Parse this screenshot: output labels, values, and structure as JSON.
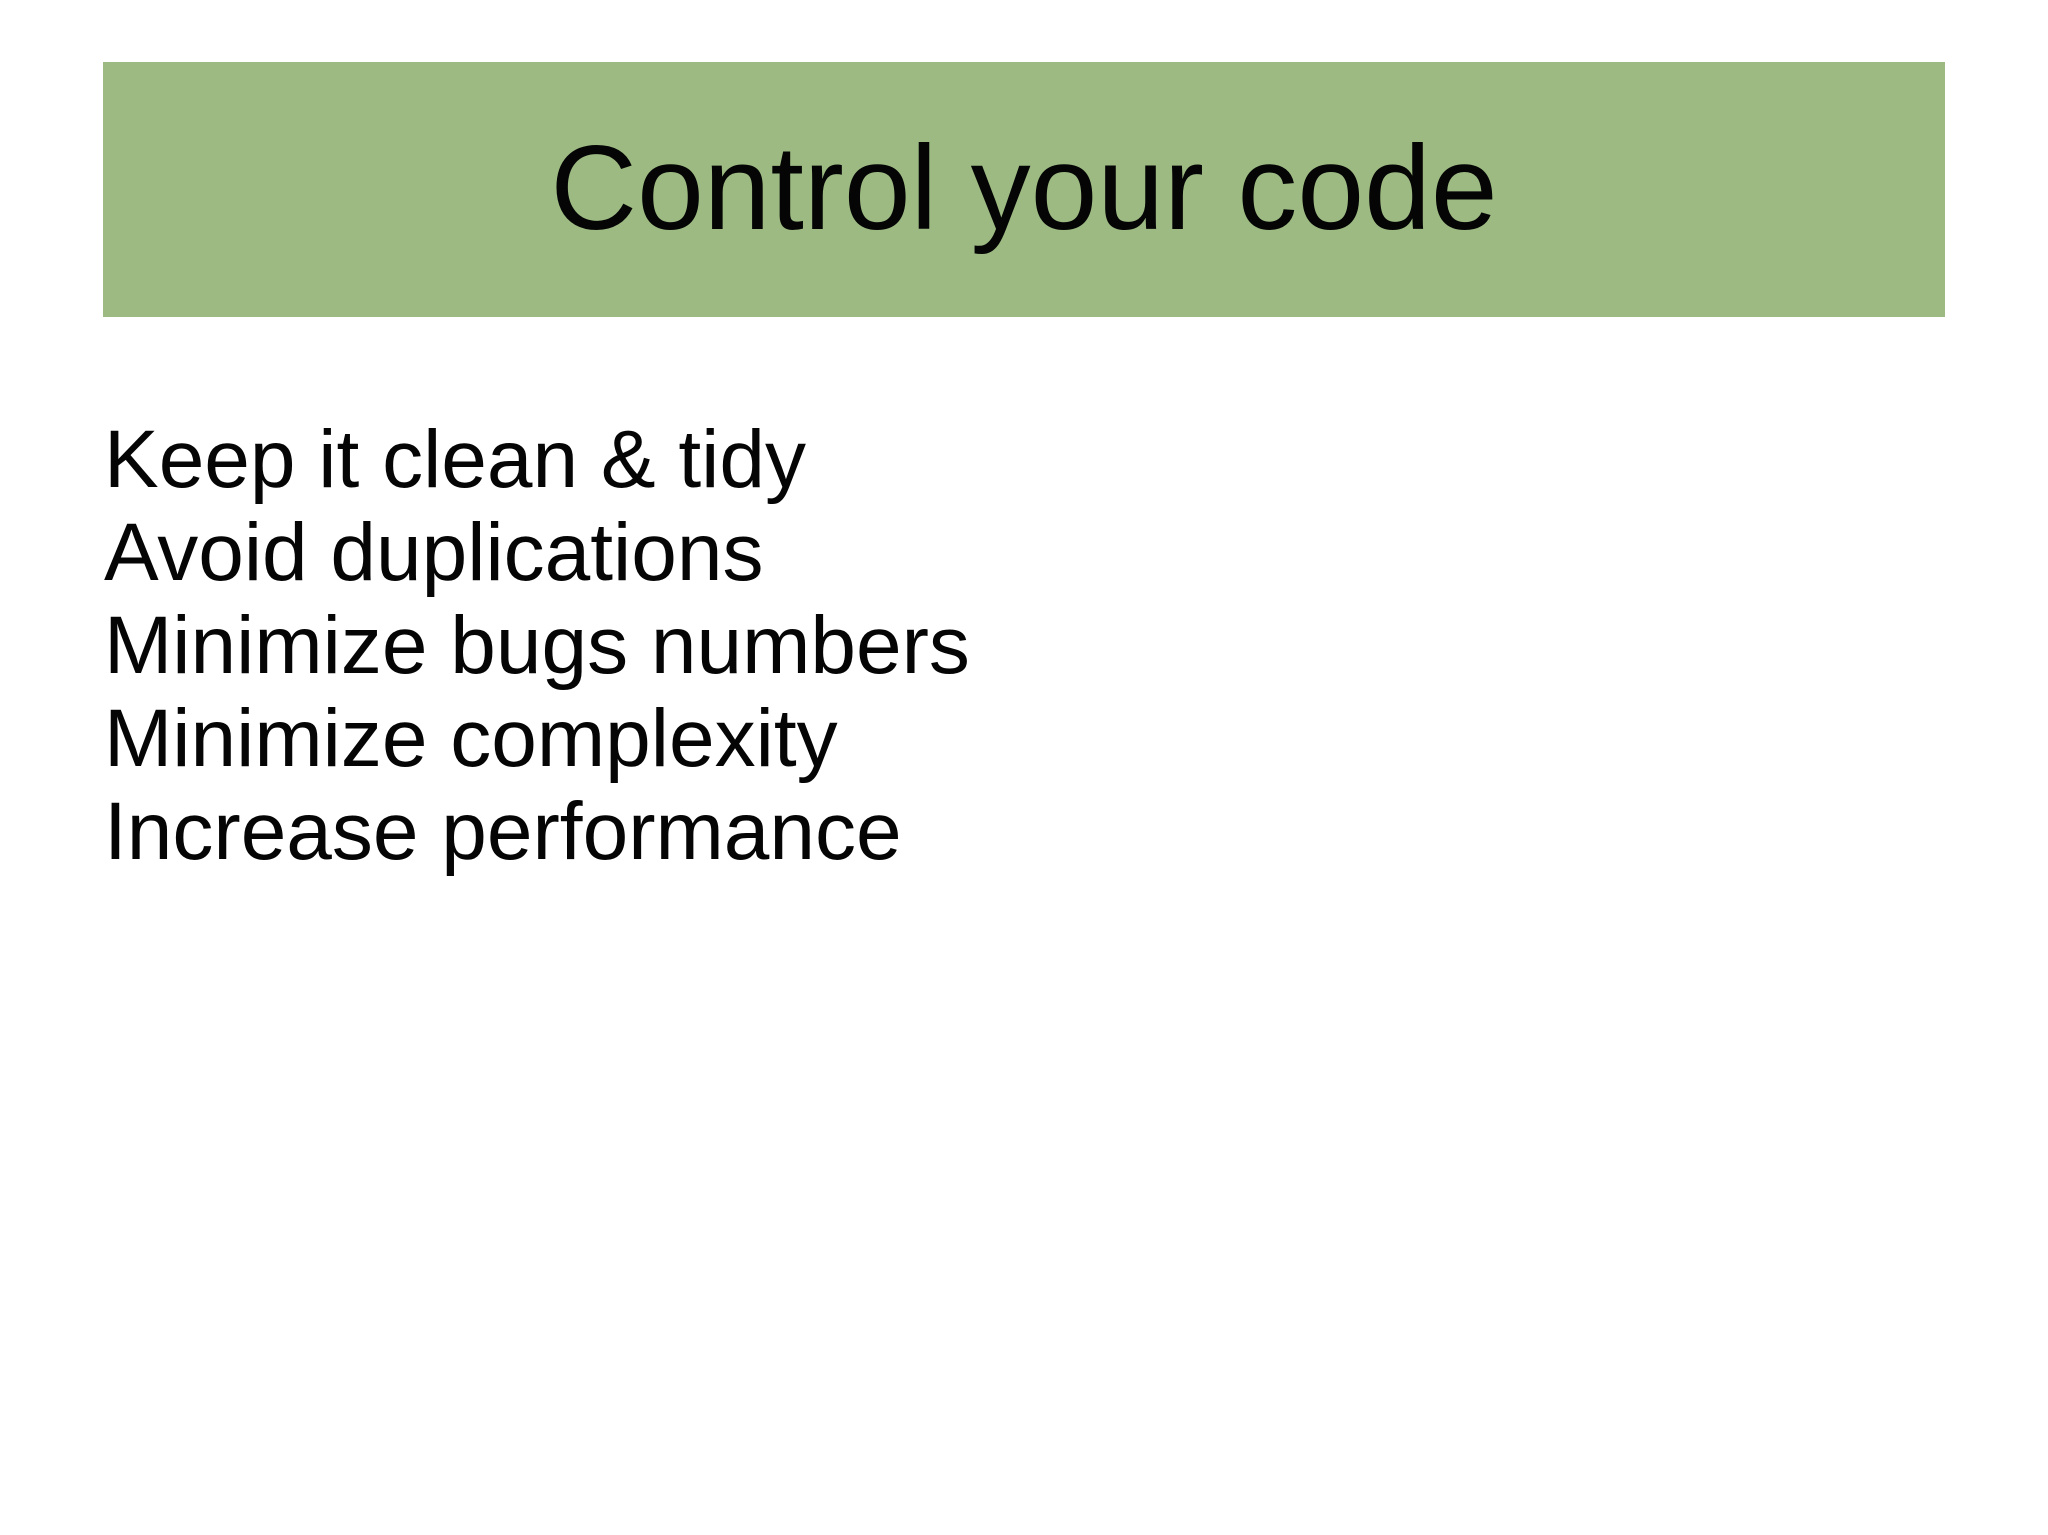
{
  "slide": {
    "title": "Control your code",
    "bullets": [
      "Keep it clean & tidy",
      "Avoid duplications",
      "Minimize bugs numbers",
      "Minimize complexity",
      "Increase performance"
    ],
    "colors": {
      "header_bg": "#9CBA82",
      "text": "#050505",
      "background": "#FFFFFF"
    }
  }
}
